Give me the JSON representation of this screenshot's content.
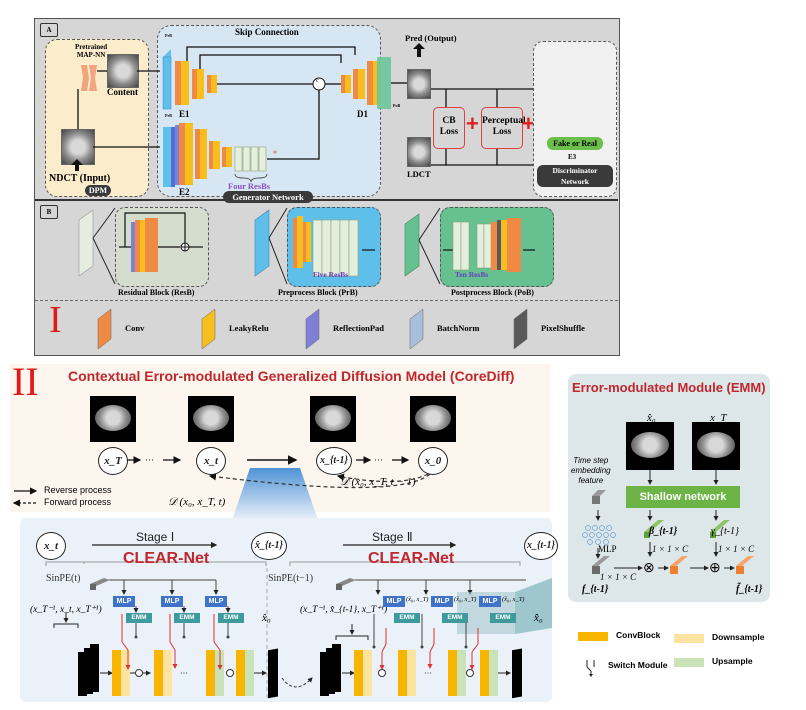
{
  "part1": {
    "roman": "I",
    "panel_a": {
      "tag": "A",
      "dpm": {
        "pretrained_line1": "Pretrained",
        "pretrained_line2": "MAP-NN",
        "content": "Content",
        "input": "NDCT (Input)",
        "badge": "DPM"
      },
      "generator": {
        "skip": "Skip Connection",
        "e1": "E1",
        "e2": "E2",
        "d1": "D1",
        "prb_tag": "PrB",
        "pob_tag": "PoB",
        "concat": "c",
        "four_resbs": "Four ResBs",
        "badge": "Generator Network"
      },
      "pred": "Pred (Output)",
      "ldct": "LDCT",
      "cb_loss_line1": "CB",
      "cb_loss_line2": "Loss",
      "perc_loss_line1": "Perceptual",
      "perc_loss_line2": "Loss",
      "plus": "+",
      "discriminator": {
        "fake_or_real": "Fake or Real",
        "e3": "E3",
        "badge_line1": "Discriminator",
        "badge_line2": "Network"
      }
    },
    "panel_b": {
      "tag": "B",
      "resb": "Residual Block (ResB)",
      "prb": "Preprocess Block (PrB)",
      "prb_inner": "Five ResBs",
      "pob": "Postprocess Block (PoB)",
      "pob_inner": "Ten ResBs"
    },
    "legend": [
      {
        "label": "Conv",
        "color": "#ee8a43"
      },
      {
        "label": "LeakyRelu",
        "color": "#f7be1e"
      },
      {
        "label": "ReflectionPad",
        "color": "#7f7fd6"
      },
      {
        "label": "BatchNorm",
        "color": "#a9bedb"
      },
      {
        "label": "PixelShuffle",
        "color": "#5a5a5a"
      }
    ]
  },
  "part2": {
    "roman": "II",
    "title": "Contextual Error-modulated Generalized Diffusion Model (CoreDiff)",
    "chain": {
      "nodes": [
        "x_T",
        "x_t",
        "x_{t-1}",
        "x_0"
      ],
      "ellipsis": "···",
      "d_t": "𝒟 (x₀, x_T, t)",
      "d_t1": "𝒟 (x₀, x_T, t − 1)"
    },
    "legend": {
      "reverse": "Reverse process",
      "forward": "Forward process"
    },
    "stage1": {
      "label": "Stage Ⅰ",
      "net": "CLEAR-Net",
      "in_node": "x_t",
      "out_node": "x̂_{t-1}",
      "sinpe": "SinPE(t)",
      "input_tuple": "(x_T⁻¹, x_t, x_T⁺¹)",
      "output": "x̂₀",
      "mlp": "MLP",
      "emm": "EMM"
    },
    "stage2": {
      "label": "Stage Ⅱ",
      "net": "CLEAR-Net",
      "out_node": "x_{t-1}",
      "sinpe": "SinPE(t−1)",
      "input_tuple": "(x_T⁻¹, x̂_{t-1}, x_T⁺¹)",
      "cond": "(x̂₀, x_T)",
      "output": "x̂̂₀",
      "mlp": "MLP",
      "emm": "EMM"
    },
    "emm_module": {
      "title": "Error-modulated Module (EMM)",
      "img1_label": "x̂₀",
      "img2_label": "x_T",
      "time_step_line1": "Time step",
      "time_step_line2": "embedding",
      "time_step_line3": "feature",
      "shallow": "Shallow network",
      "beta": "β_{t-1}",
      "gamma": "γ_{t-1}",
      "dim": "1 × 1 × C",
      "mlp": "MLP",
      "f": "f_{t-1}",
      "f_tilde": "f̃_{t-1}",
      "otimes": "⊗",
      "oplus": "⊕"
    },
    "legend_blocks": [
      {
        "label": "ConvBlock",
        "color": "#f8b500"
      },
      {
        "label": "Downsample",
        "color": "#fde3a0"
      },
      {
        "label": "Switch Module",
        "color": ""
      },
      {
        "label": "Upsample",
        "color": "#c9e2b8"
      }
    ]
  }
}
